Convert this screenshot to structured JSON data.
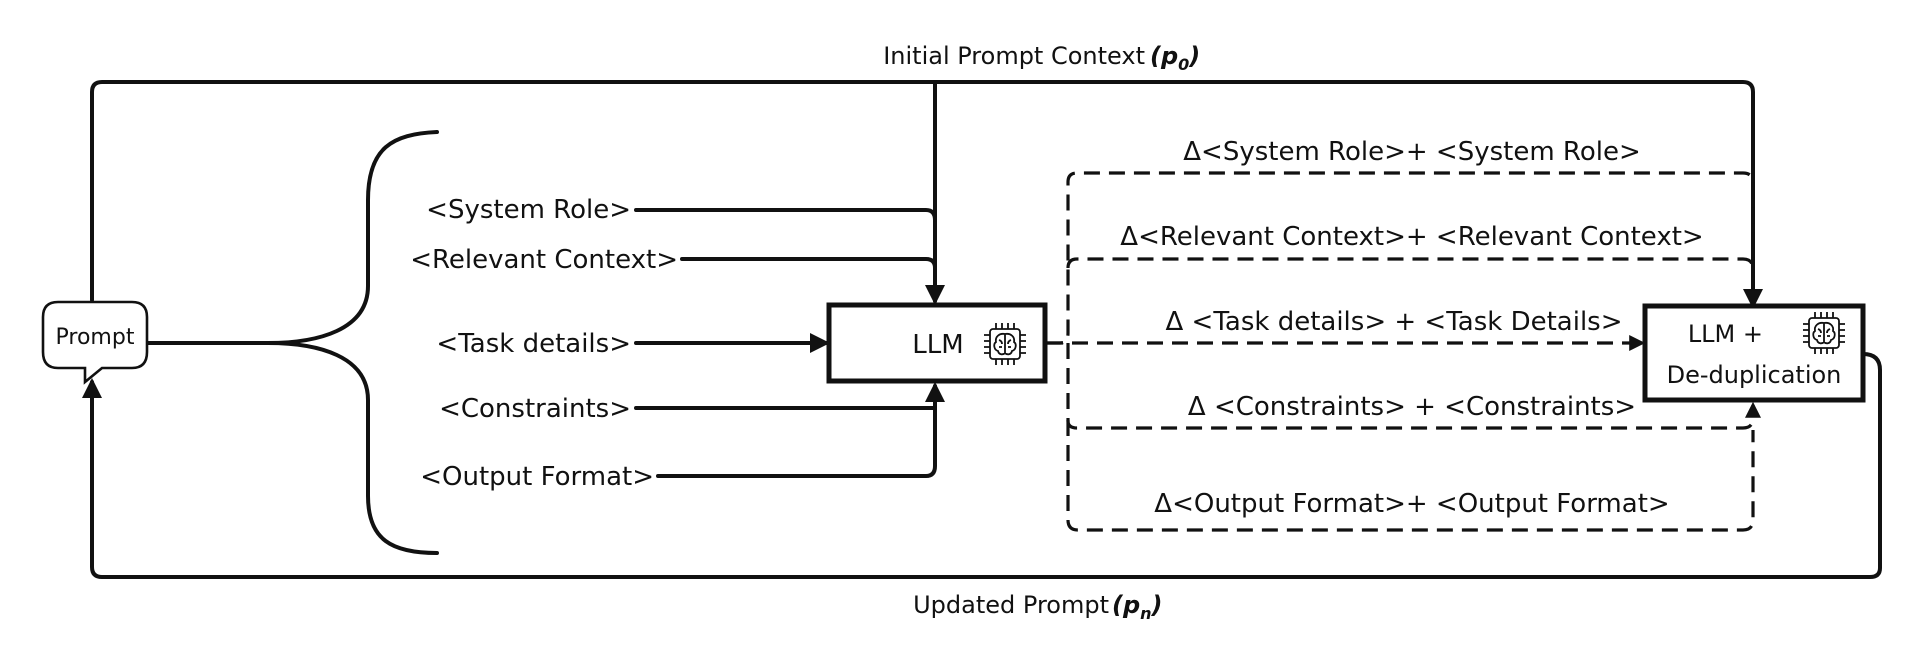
{
  "prompt_node": {
    "label": "Prompt"
  },
  "components": {
    "system_role": "<System Role>",
    "relevant_context": "<Relevant Context>",
    "task_details": "<Task details>",
    "constraints": "<Constraints>",
    "output_format": "<Output Format>"
  },
  "llm_node": {
    "label": "LLM",
    "icon": "brain-chip-icon"
  },
  "dedup_node": {
    "line1": "LLM +",
    "line2": "De-duplication",
    "icon": "brain-chip-icon"
  },
  "delta_edges": {
    "system_role": "Δ<System Role>+ <System Role>",
    "relevant_context": "Δ<Relevant Context>+ <Relevant Context>",
    "task_details": "Δ <Task details> + <Task Details>",
    "constraints": "Δ <Constraints> + <Constraints>",
    "output_format": "Δ<Output Format>+ <Output Format>"
  },
  "loops": {
    "initial": {
      "text": "Initial Prompt Context",
      "symbol": "p",
      "subscript": "0"
    },
    "updated": {
      "text": "Updated Prompt",
      "symbol": "p",
      "subscript": "n"
    }
  }
}
